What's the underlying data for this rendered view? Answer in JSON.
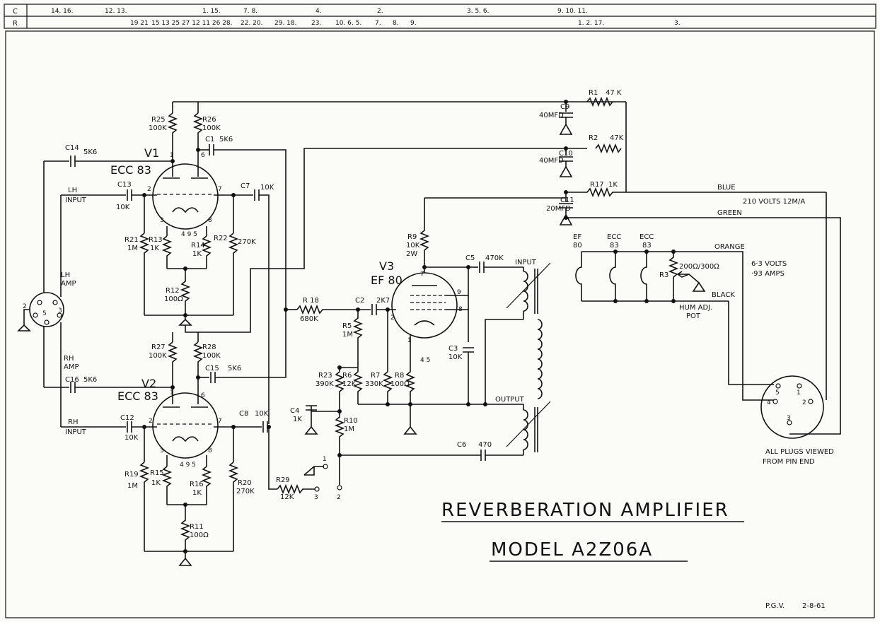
{
  "grid": {
    "c_label": "C",
    "r_label": "R",
    "c_row": [
      "14. 16.",
      "12. 13.",
      "1. 15.",
      "7. 8.",
      "4.",
      "2.",
      "3. 5. 6.",
      "9. 10. 11."
    ],
    "r_row": [
      "19 21",
      "15 13 25 27 12 11 26 28.",
      "22. 20.",
      "29. 18.",
      "23.",
      "10. 6. 5.",
      "7.",
      "8.",
      "9.",
      "1. 2. 17.",
      "3."
    ]
  },
  "components": {
    "v1": "V1",
    "v1_type": "ECC 83",
    "v2": "V2",
    "v2_type": "ECC 83",
    "v3": "V3",
    "v3_type": "EF 80",
    "r25": "R25",
    "r25v": "100K",
    "r26": "R26",
    "r26v": "100K",
    "r27": "R27",
    "r27v": "100K",
    "r28": "R28",
    "r28v": "100K",
    "r21": "R21",
    "r21v": "1M",
    "r13": "R13",
    "r13v": "1K",
    "r14": "R14",
    "r14v": "1K",
    "r22": "R22",
    "r22v": "270K",
    "r12": "R12",
    "r12v": "100Ω",
    "r19": "R19",
    "r19v": "1M",
    "r15": "R15",
    "r15v": "1K",
    "r16": "R16",
    "r16v": "1K",
    "r20": "R20",
    "r20v": "270K",
    "r11": "R11",
    "r11v": "100Ω",
    "r18": "R 18",
    "r18v": "680K",
    "r5": "R5",
    "r5v": "1M",
    "r23": "R23",
    "r23v": "390K",
    "r6": "R6",
    "r6v": "12K",
    "r7": "R7",
    "r7v": "330K",
    "r8": "R8",
    "r8v": "100Ω",
    "r10": "R10",
    "r10v": "1M",
    "r29": "R29",
    "r29v": "12K",
    "r9": "R9",
    "r9v": "10K",
    "r9w": "2W",
    "r1": "R1",
    "r1v": "47 K",
    "r2": "R2",
    "r2v": "47K",
    "r17": "R17",
    "r17v": "1K",
    "r3": "R3",
    "c14": "C14",
    "c14v": "5K6",
    "c1": "C1",
    "c1v": "5K6",
    "c13": "C13",
    "c13v": "10K",
    "c7": "C7",
    "c7v": "10K",
    "c16": "C16",
    "c16v": "5K6",
    "c15": "C15",
    "c15v": "5K6",
    "c12": "C12",
    "c12v": "10K",
    "c8": "C8",
    "c8v": "10K",
    "c2": "C2",
    "c2v": "2K7",
    "c4": "C4",
    "c4v": "1K",
    "c5": "C5",
    "c5v": "470K",
    "c3": "C3",
    "c3v": "10K",
    "c6": "C6",
    "c6v": "470",
    "c9": "C9",
    "c9v": "40MFD",
    "c10": "C10",
    "c10v": "40MFD",
    "c11": "C11",
    "c11v": "20MFD"
  },
  "labels": {
    "lh_input": "LH",
    "lh_input2": "INPUT",
    "lh_amp": "LH",
    "lh_amp2": "AMP",
    "rh_amp": "RH",
    "rh_amp2": "AMP",
    "rh_input": "RH",
    "rh_input2": "INPUT",
    "input": "INPUT",
    "output": "OUTPUT",
    "blue": "BLUE",
    "green": "GREEN",
    "orange": "ORANGE",
    "black": "BLACK",
    "volts210": "210 VOLTS 12M/A",
    "volts63": "6·3 VOLTS",
    "amps93": "·93 AMPS",
    "pot_range": "200Ω/300Ω",
    "hum1": "HUM ADJ.",
    "hum2": "POT",
    "h_ef80": "EF",
    "h_ef80b": "80",
    "h_ecc1": "ECC",
    "h_ecc1b": "83",
    "h_ecc2": "ECC",
    "h_ecc2b": "83",
    "plugs1": "ALL PLUGS VIEWED",
    "plugs2": "FROM PIN END"
  },
  "title": {
    "line1": "REVERBERATION AMPLIFIER",
    "line2": "MODEL A2Z06A"
  },
  "footer": {
    "initials": "P.G.V.",
    "date": "2-8-61"
  }
}
